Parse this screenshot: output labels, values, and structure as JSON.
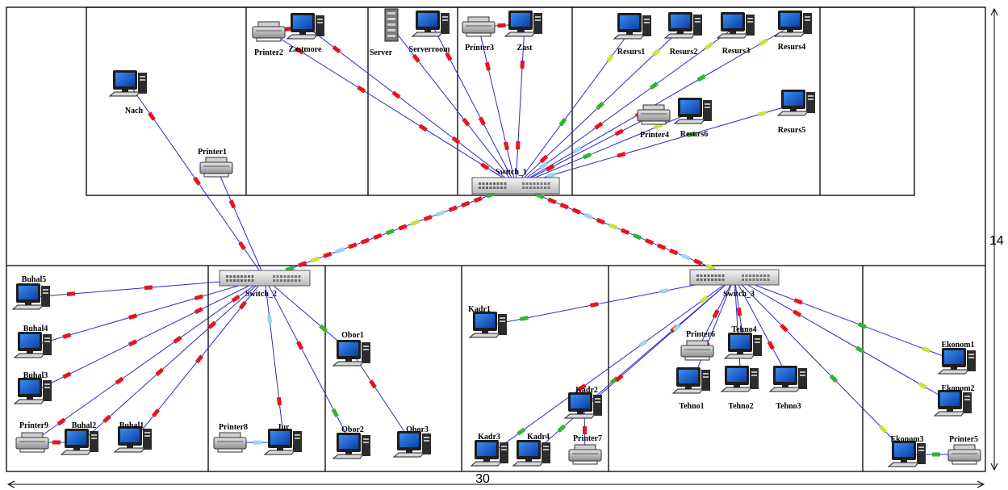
{
  "dimensions": {
    "width_label": "30",
    "height_label": "14"
  },
  "colors": {
    "link": "#2a2ad0",
    "packet_red": "#e8141c",
    "packet_green": "#2fb52f",
    "packet_lime": "#c6e63a",
    "packet_cyan": "#9fd4ea",
    "monitor_screen": "#1a66d6"
  },
  "switches": [
    {
      "id": "s1",
      "label": "Switch_1"
    },
    {
      "id": "s2",
      "label": "Switch_2"
    },
    {
      "id": "s3",
      "label": "Switch_3"
    }
  ],
  "devices": [
    {
      "id": "nach",
      "type": "pc",
      "label": "Nach",
      "switch": "s2"
    },
    {
      "id": "printer1",
      "type": "printer",
      "label": "Printer1",
      "switch": "s2"
    },
    {
      "id": "printer2",
      "type": "printer",
      "label": "Printer2",
      "switch": "s1"
    },
    {
      "id": "zastmore",
      "type": "pc",
      "label": "Zastmore",
      "switch": "s1"
    },
    {
      "id": "server",
      "type": "server",
      "label": "Server",
      "switch": "s1"
    },
    {
      "id": "serverroom",
      "type": "pc",
      "label": "Serverroom",
      "switch": "s1"
    },
    {
      "id": "printer3",
      "type": "printer",
      "label": "Printer3",
      "switch": "s1"
    },
    {
      "id": "zast",
      "type": "pc",
      "label": "Zast",
      "switch": "s1"
    },
    {
      "id": "resurs1",
      "type": "pc",
      "label": "Resurs1",
      "switch": "s1"
    },
    {
      "id": "resurs2",
      "type": "pc",
      "label": "Resurs2",
      "switch": "s1"
    },
    {
      "id": "resurs3",
      "type": "pc",
      "label": "Resurs3",
      "switch": "s1"
    },
    {
      "id": "resurs4",
      "type": "pc",
      "label": "Resurs4",
      "switch": "s1"
    },
    {
      "id": "printer4",
      "type": "printer",
      "label": "Printer4",
      "switch": "s1"
    },
    {
      "id": "resurs6",
      "type": "pc",
      "label": "Resurs6",
      "switch": "s1"
    },
    {
      "id": "resurs5",
      "type": "pc",
      "label": "Resurs5",
      "switch": "s1"
    },
    {
      "id": "buhal5",
      "type": "pc",
      "label": "Buhal5",
      "switch": "s2"
    },
    {
      "id": "buhal4",
      "type": "pc",
      "label": "Buhal4",
      "switch": "s2"
    },
    {
      "id": "buhal3",
      "type": "pc",
      "label": "Buhal3",
      "switch": "s2"
    },
    {
      "id": "printer9",
      "type": "printer",
      "label": "Printer9",
      "switch": "s2"
    },
    {
      "id": "buhal2",
      "type": "pc",
      "label": "Buhal2",
      "switch": "s2"
    },
    {
      "id": "buhal1",
      "type": "pc",
      "label": "Buhal1",
      "switch": "s2"
    },
    {
      "id": "printer8",
      "type": "printer",
      "label": "Printer8",
      "switch": null
    },
    {
      "id": "jur",
      "type": "pc",
      "label": "Jur",
      "switch": "s2"
    },
    {
      "id": "obor1",
      "type": "pc",
      "label": "Obor1",
      "switch": "s2"
    },
    {
      "id": "obor2",
      "type": "pc",
      "label": "Obor2",
      "switch": "s2"
    },
    {
      "id": "obor3",
      "type": "pc",
      "label": "Obor3",
      "switch": null
    },
    {
      "id": "kadr1",
      "type": "pc",
      "label": "Kadr1",
      "switch": "s3"
    },
    {
      "id": "kadr2",
      "type": "pc",
      "label": "Kadr2",
      "switch": "s3"
    },
    {
      "id": "kadr3",
      "type": "pc",
      "label": "Kadr3",
      "switch": "s3"
    },
    {
      "id": "kadr4",
      "type": "pc",
      "label": "Kadr4",
      "switch": "s3"
    },
    {
      "id": "printer7",
      "type": "printer",
      "label": "Printer7",
      "switch": null
    },
    {
      "id": "printer6",
      "type": "printer",
      "label": "Printer6",
      "switch": "s3"
    },
    {
      "id": "tehno4",
      "type": "pc",
      "label": "Tehno4",
      "switch": "s3"
    },
    {
      "id": "tehno1",
      "type": "pc",
      "label": "Tehno1",
      "switch": "s3"
    },
    {
      "id": "tehno2",
      "type": "pc",
      "label": "Tehno2",
      "switch": "s3"
    },
    {
      "id": "tehno3",
      "type": "pc",
      "label": "Tehno3",
      "switch": "s3"
    },
    {
      "id": "ekonom1",
      "type": "pc",
      "label": "Ekonom1",
      "switch": "s3"
    },
    {
      "id": "ekonom2",
      "type": "pc",
      "label": "Ekonom2",
      "switch": "s3"
    },
    {
      "id": "ekonom3",
      "type": "pc",
      "label": "Ekonom3",
      "switch": "s3"
    },
    {
      "id": "printer5",
      "type": "printer",
      "label": "Printer5",
      "switch": null
    }
  ],
  "extra_links": [
    [
      "printer8",
      "jur"
    ],
    [
      "obor1",
      "obor3"
    ],
    [
      "kadr2",
      "printer7"
    ],
    [
      "ekonom3",
      "printer5"
    ],
    [
      "printer2",
      "zastmore"
    ],
    [
      "printer3",
      "zast"
    ],
    [
      "printer9",
      "buhal2"
    ]
  ],
  "trunks": [
    [
      "s1",
      "s2"
    ],
    [
      "s1",
      "s3"
    ]
  ]
}
